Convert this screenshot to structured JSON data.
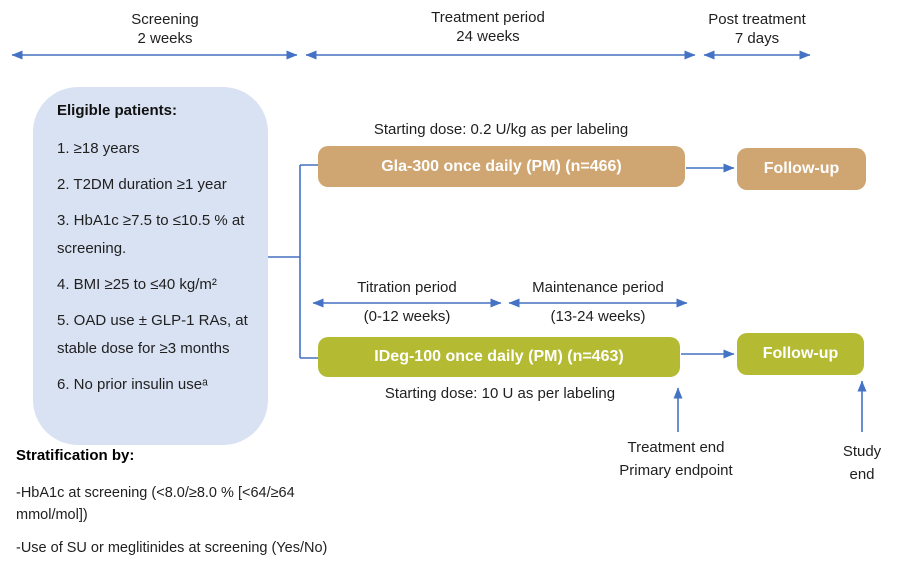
{
  "colors": {
    "arrow_blue": "#4472c4",
    "eligible_box_bg": "#d9e2f3",
    "gla_tan": "#cfa671",
    "ideg_green": "#b4bb33",
    "text": "#212121",
    "box_label_text": "#ffffff"
  },
  "timeline": {
    "screening": {
      "label": "Screening",
      "duration": "2 weeks"
    },
    "treatment": {
      "label": "Treatment period",
      "duration": "24 weeks"
    },
    "post": {
      "label": "Post treatment",
      "duration": "7 days"
    }
  },
  "eligible": {
    "title": "Eligible patients:",
    "items": [
      "1. ≥18 years",
      "2. T2DM duration ≥1 year",
      "3. HbA1c ≥7.5 to ≤10.5 % at screening.",
      "4. BMI ≥25 to ≤40 kg/m²",
      "5. OAD use ± GLP-1 RAs, at stable dose for ≥3 months",
      "6. No prior insulin useᵃ"
    ]
  },
  "arms": {
    "gla": {
      "starting_dose": "Starting dose: 0.2 U/kg as per labeling",
      "label": "Gla-300 once daily (PM) (n=466)",
      "followup": "Follow-up"
    },
    "ideg": {
      "label": "IDeg-100 once daily (PM) (n=463)",
      "starting_dose": "Starting dose: 10 U as per labeling",
      "followup": "Follow-up"
    }
  },
  "periods": {
    "titration": {
      "label": "Titration period",
      "range": "(0-12 weeks)"
    },
    "maintenance": {
      "label": "Maintenance period",
      "range": "(13-24 weeks)"
    }
  },
  "annotations": {
    "treatment_end_line1": "Treatment end",
    "treatment_end_line2": "Primary endpoint",
    "study_end_line1": "Study",
    "study_end_line2": "end"
  },
  "stratification": {
    "title": "Stratification by:",
    "items": [
      "-HbA1c at screening (<8.0/≥8.0 % [<64/≥64 mmol/mol])",
      "-Use of SU or meglitinides at screening (Yes/No)"
    ]
  }
}
